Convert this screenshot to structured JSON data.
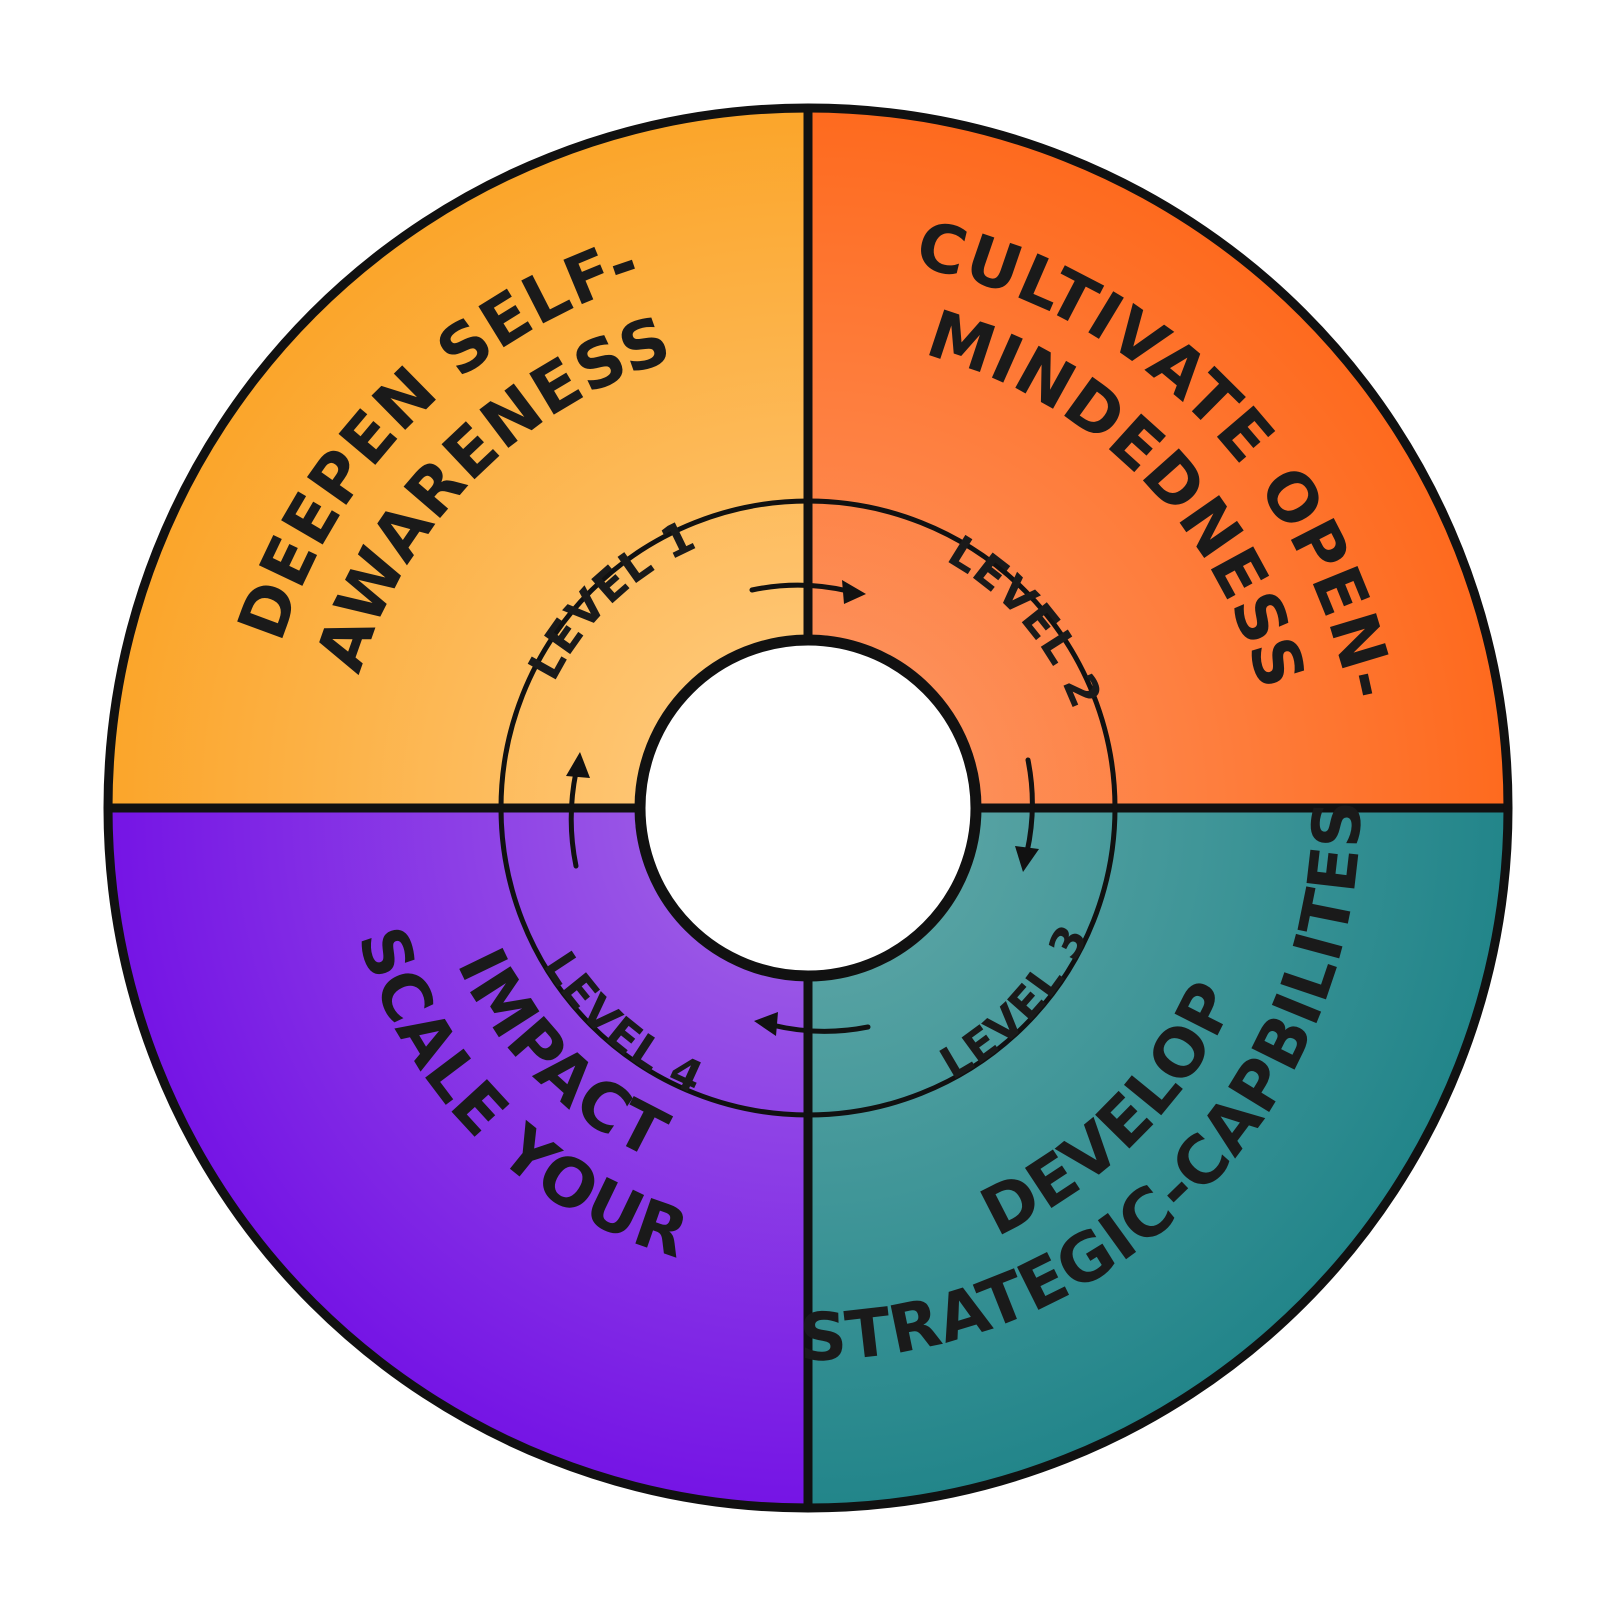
{
  "quadrants": [
    {
      "id": "top-left",
      "label_lines": [
        "DEEPEN SELF-",
        "AWARENESS"
      ],
      "color_light": "#FFCF88",
      "color_dark": "#FBA52A"
    },
    {
      "id": "top-right",
      "label_lines": [
        "CULTIVATE OPEN-",
        "MINDEDNESS"
      ],
      "color_light": "#FD9A6A",
      "color_dark": "#FE6A1E"
    },
    {
      "id": "bottom-right",
      "label_lines": [
        "DEVELOP",
        "STRATEGIC-CAPBILITES"
      ],
      "color_light": "#66ABAA",
      "color_dark": "#22858A"
    },
    {
      "id": "bottom-left",
      "label_lines": [
        "SCALE YOUR",
        "IMPACT"
      ],
      "color_light": "#A46AE6",
      "color_dark": "#7514E5"
    }
  ],
  "levels": [
    "LEVEL 1",
    "LEVEL 2",
    "LEVEL 3",
    "LEVEL 4"
  ],
  "colors": {
    "outline": "#111111",
    "center": "#ffffff",
    "text": "#1a1a1a"
  }
}
